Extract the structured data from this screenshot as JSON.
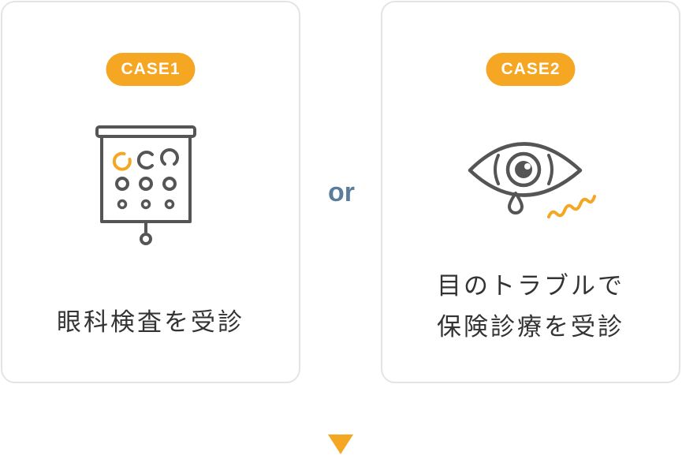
{
  "colors": {
    "accent": "#f5a623",
    "border": "#e4e4e4",
    "text": "#333333",
    "or": "#5a7d9c",
    "icon_stroke": "#555555"
  },
  "cases": [
    {
      "badge": "CASE1",
      "icon": "eye-chart-icon",
      "lines": [
        "眼科検査を受診"
      ]
    },
    {
      "badge": "CASE2",
      "icon": "teary-eye-icon",
      "lines": [
        "目のトラブルで",
        "保険診療を受診"
      ]
    }
  ],
  "connector": "or",
  "next_icon": "down-arrow-icon"
}
